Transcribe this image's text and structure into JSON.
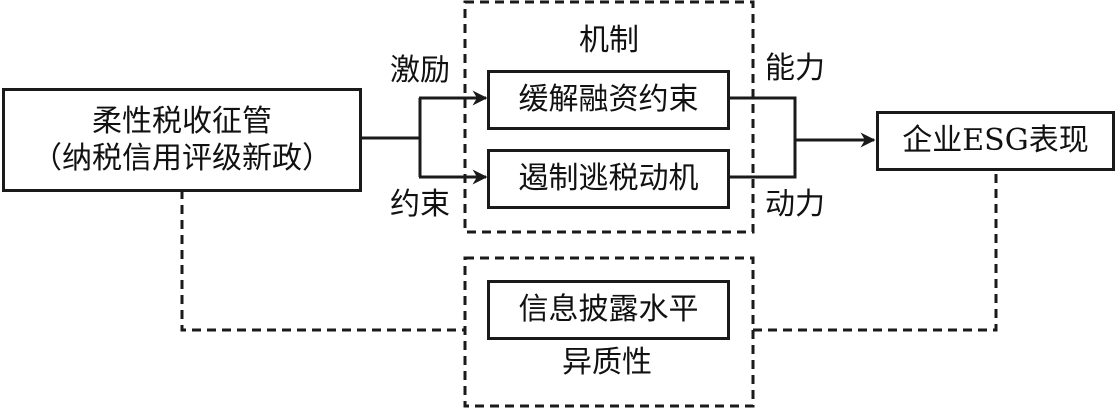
{
  "diagram": {
    "source_box": {
      "line1": "柔性税收征管",
      "line2": "（纳税信用评级新政）"
    },
    "outcome_box": "企业ESG表现",
    "mechanism_group": {
      "label": "机制",
      "items": [
        "缓解融资约束",
        "遏制逃税动机"
      ]
    },
    "heterogeneity_group": {
      "label": "异质性",
      "items": [
        "信息披露水平"
      ]
    },
    "edge_labels": {
      "incentive": "激励",
      "constraint": "约束",
      "capability": "能力",
      "motivation": "动力"
    }
  }
}
